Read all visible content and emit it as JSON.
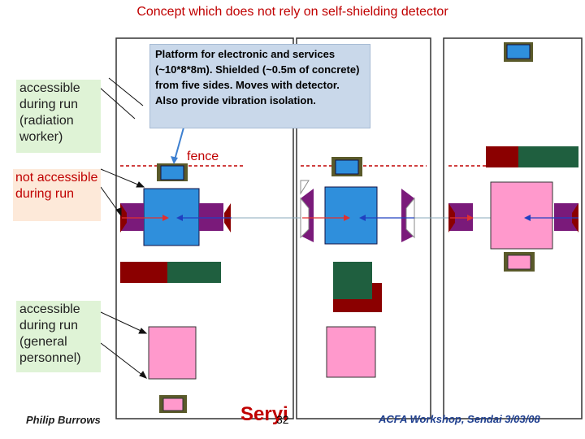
{
  "title": "Concept which does not rely on self-shielding detector",
  "labels": {
    "accessible_radiation": "accessible during run (radiation worker)",
    "not_accessible": "not accessible during run",
    "accessible_general": "accessible during run (general personnel)"
  },
  "callout": "Platform for electronic and services (~10*8*8m). Shielded (~0.5m of concrete) from five sides. Moves with detector. Also provide vibration isolation.",
  "fence_label": "fence",
  "footer": {
    "author": "Philip Burrows",
    "speaker": "Seryi",
    "page": "32",
    "event": "ACFA Workshop, Sendai 3/03/08"
  },
  "colors": {
    "title": "#c00000",
    "detector_blue": "#2f8fdc",
    "detector_pink": "#ff99cc",
    "dark_red": "#8b0000",
    "dark_green": "#1f5f3f",
    "purple": "#7a1a7a",
    "olive": "#5a5a2a",
    "callout_bg": "#c9d8ea"
  }
}
